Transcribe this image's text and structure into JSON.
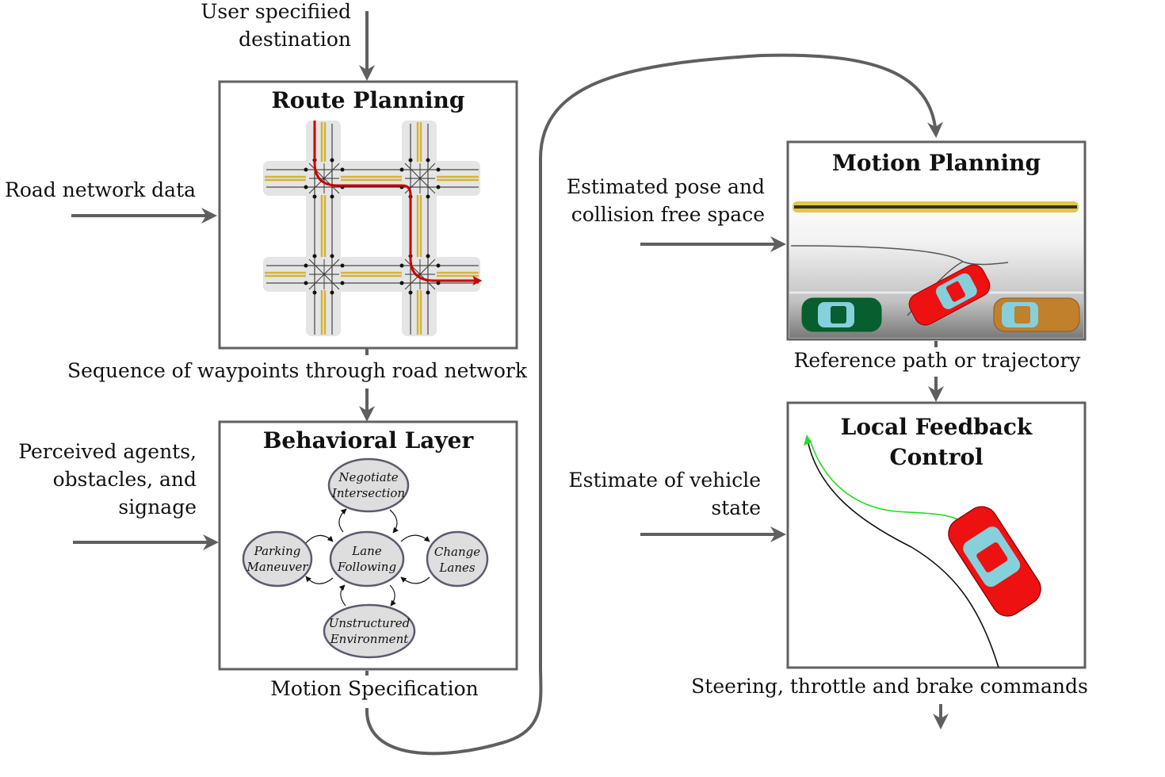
{
  "inputs": {
    "destination": [
      "User specifiied",
      "destination"
    ],
    "road_network": "Road network data",
    "perceived": [
      "Perceived agents,",
      "obstacles, and",
      "signage"
    ],
    "pose": [
      "Estimated pose and",
      "collision free space"
    ],
    "vehicle_state": [
      "Estimate of vehicle",
      "state"
    ]
  },
  "modules": {
    "route": {
      "title": "Route Planning"
    },
    "behavior": {
      "title": "Behavioral Layer",
      "states": {
        "negotiate": [
          "Negotiate",
          "Intersection"
        ],
        "lane": [
          "Lane",
          "Following"
        ],
        "parking": [
          "Parking",
          "Maneuver"
        ],
        "change": [
          "Change",
          "Lanes"
        ],
        "unstructured": [
          "Unstructured",
          "Environment"
        ]
      }
    },
    "motion": {
      "title": "Motion Planning"
    },
    "feedback": {
      "title": [
        "Local Feedback",
        "Control"
      ]
    }
  },
  "outputs": {
    "waypoints": "Sequence of waypoints through road network",
    "motion_spec": "Motion Specification",
    "reference": "Reference path or trajectory",
    "commands": "Steering, throttle and brake commands"
  },
  "colors": {
    "frame": "#616161",
    "arrow": "#5f5f5f",
    "route_line": "#cc0000",
    "road_gray": "#e5e5e5",
    "yellow_line": "#d4b43a",
    "car_red": "#ee1111",
    "car_green": "#075e2e",
    "car_orange": "#c0802c",
    "glass": "#86d0dc",
    "state_fill": "#dedede",
    "state_stroke": "#5c5a6e",
    "path_green": "#22dd22"
  }
}
